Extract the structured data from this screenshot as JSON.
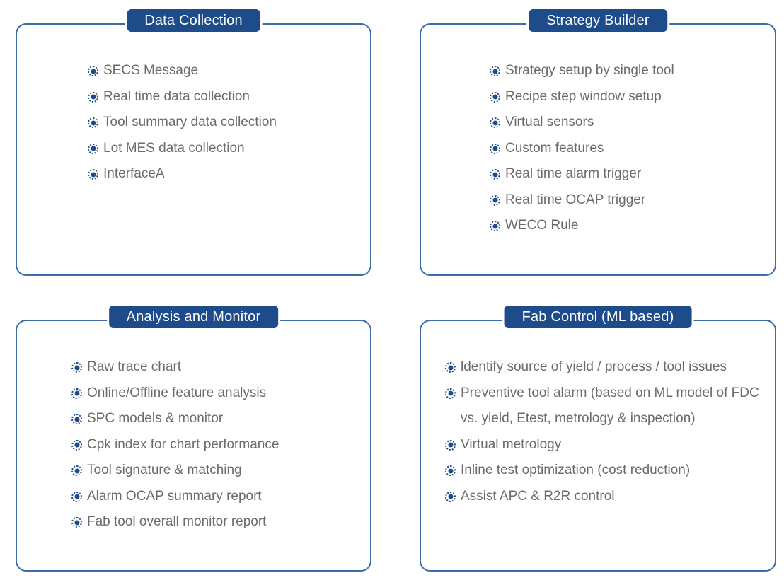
{
  "colors": {
    "badge_background": "#1e4c8a",
    "badge_text": "#ffffff",
    "panel_border": "#3e6ca6",
    "item_text": "#6b6b6b",
    "bullet": "#1e4c8a"
  },
  "icons": {
    "bullet_icon": "dotted-circle-with-center-dot"
  },
  "panels": [
    {
      "title": "Data Collection",
      "items": [
        "SECS Message",
        "Real time data collection",
        "Tool summary data collection",
        "Lot MES data collection",
        "InterfaceA"
      ]
    },
    {
      "title": "Strategy Builder",
      "items": [
        "Strategy setup by single tool",
        "Recipe step window setup",
        "Virtual sensors",
        "Custom features",
        "Real time alarm trigger",
        "Real time OCAP trigger",
        "WECO Rule"
      ]
    },
    {
      "title": "Analysis and Monitor",
      "items": [
        "Raw trace chart",
        "Online/Offline feature analysis",
        "SPC models & monitor",
        "Cpk index for chart performance",
        "Tool signature & matching",
        "Alarm OCAP summary report",
        "Fab tool overall monitor report"
      ]
    },
    {
      "title": "Fab Control (ML based)",
      "items": [
        "ldentify source of yield / process / tool issues",
        "Preventive tool alarm (based on ML model of FDC vs. yield, Etest, metrology & inspection)",
        "Virtual metrology",
        "Inline test optimization (cost reduction)",
        "Assist APC & R2R control"
      ]
    }
  ]
}
